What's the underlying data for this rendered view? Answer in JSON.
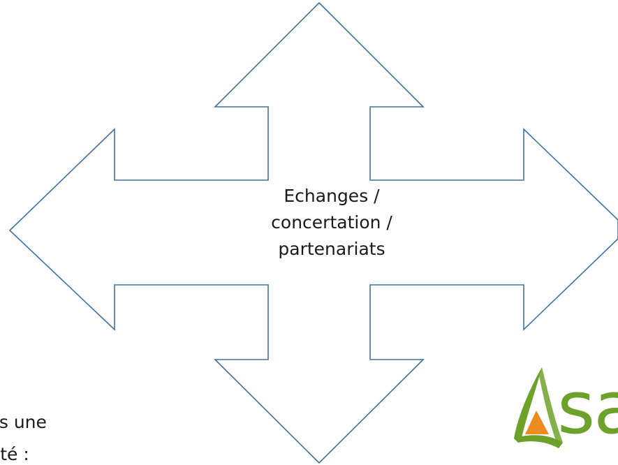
{
  "diagram": {
    "center_text": [
      "Echanges /",
      "concertation /",
      "partenariats"
    ],
    "stroke_color": "#41719c"
  },
  "fragments": {
    "line1": "ns une",
    "line2": "rité :"
  },
  "logo": {
    "text": "sa",
    "green": "#6ea12a",
    "orange": "#ef8a1e"
  }
}
